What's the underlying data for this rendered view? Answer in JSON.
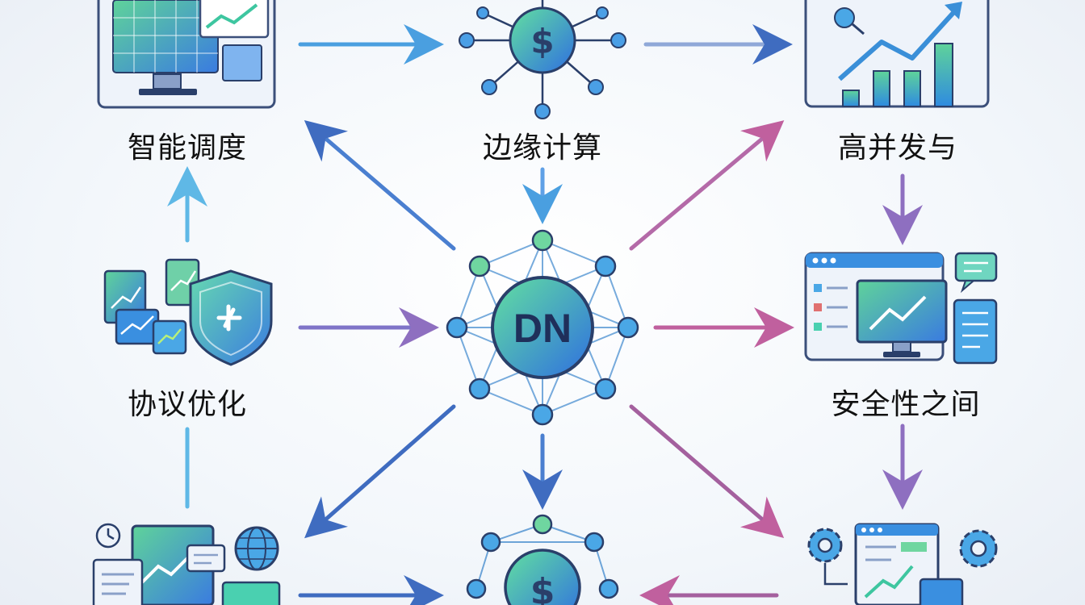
{
  "labels": {
    "scheduling": "智能调度",
    "edge_computing": "边缘计算",
    "high_concurrency": "高并发与",
    "protocol_optimization": "协议优化",
    "security_between": "安全性之间"
  },
  "hub": {
    "text": "DN"
  },
  "icons": {
    "scheduling": "dashboard-monitor-icon",
    "edge": "dollar-network-node-icon",
    "concurrency": "growth-chart-icon",
    "protocol": "shield-documents-icon",
    "security": "analytics-dashboard-icon",
    "bottom_left": "devices-globe-icon",
    "bottom_center": "dollar-network-node-icon",
    "bottom_right": "gear-workflow-icon"
  },
  "hub_icon_glyph": "$",
  "colors": {
    "blue": "#4a90e2",
    "teal": "#3ec6c0",
    "green": "#5fd39a",
    "purple": "#8e6fc0",
    "magenta": "#c0609e",
    "navy": "#2a5ba8"
  }
}
